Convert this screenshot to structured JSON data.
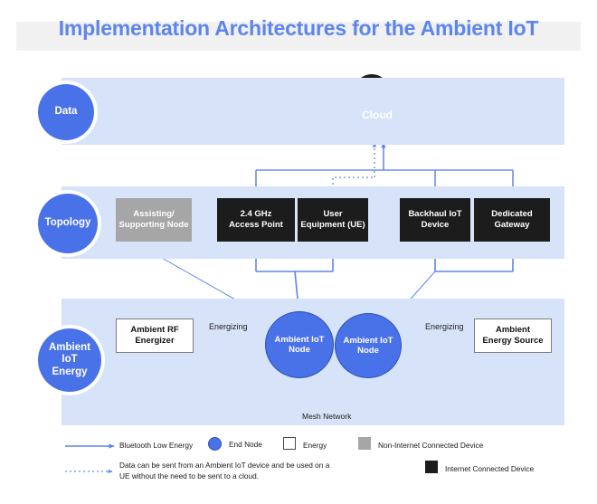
{
  "page": {
    "title": "Implementation Architectures for the Ambient IoT"
  },
  "rows": [
    {
      "id": "data",
      "label": "Data"
    },
    {
      "id": "topology",
      "label": "Topology"
    },
    {
      "id": "energy",
      "label": "Ambient\nIoT\nEnergy"
    }
  ],
  "data_row": {
    "cloud_label": "Cloud"
  },
  "topology_row": {
    "boxes": [
      {
        "id": "assisting",
        "label": "Assisting/\nSupporting Node",
        "type": "non-internet-connected"
      },
      {
        "id": "access-point",
        "label": "2.4 GHz\nAccess Point",
        "type": "internet-connected"
      },
      {
        "id": "user-equipment",
        "label": "User\nEquipment (UE)",
        "type": "internet-connected"
      },
      {
        "id": "backhaul",
        "label": "Backhaul IoT\nDevice",
        "type": "internet-connected"
      },
      {
        "id": "gateway",
        "label": "Dedicated\nGateway",
        "type": "internet-connected"
      }
    ]
  },
  "energy_row": {
    "rf_energizer_label": "Ambient RF\nEnergizer",
    "ambient_source_label": "Ambient\nEnergy Source",
    "node_left_label": "Ambient IoT\nNode",
    "node_right_label": "Ambient IoT\nNode",
    "energizing_left_label": "Energizing",
    "energizing_right_label": "Energizing",
    "mesh_label": "Mesh Network"
  },
  "legend": {
    "items": [
      {
        "id": "bluetooth-low-energy",
        "icon": "solid-arrow",
        "label": "Bluetooth Low Energy"
      },
      {
        "id": "end-node",
        "icon": "blue-circle",
        "label": "End Node"
      },
      {
        "id": "energy",
        "icon": "white-square",
        "label": "Energy"
      },
      {
        "id": "non-internet-connected-device",
        "icon": "grey-square",
        "label": "Non-Internet Connected Device"
      },
      {
        "id": "dashed-note",
        "icon": "dashed-arrow",
        "label": "Data can be sent from an Ambient IoT device and be used on a\nUE without the need to be sent to a cloud."
      },
      {
        "id": "internet-connected-device",
        "icon": "black-square",
        "label": "Internet Connected Device"
      }
    ]
  },
  "colors": {
    "accent_blue": "#4a72e8",
    "title_blue": "#5c85ed",
    "band_blue": "#d6e3f8",
    "line_blue": "#6b8ce8",
    "mesh_node_blue": "#7ba4ea",
    "dark_box": "#1c1c1c",
    "grey_box": "#a6a6a6",
    "title_band": "#f1f1f1"
  }
}
